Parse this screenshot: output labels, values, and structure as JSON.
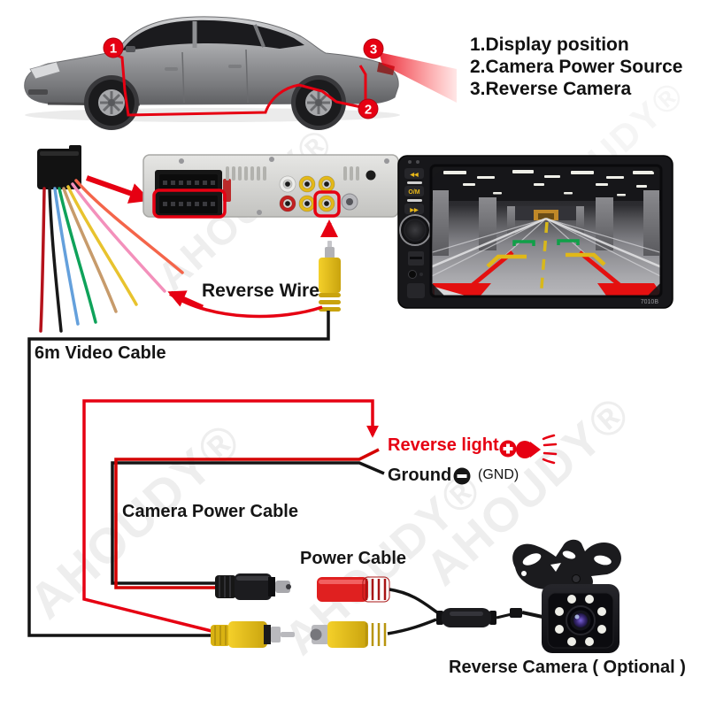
{
  "watermark": "AHOUDY®",
  "legend": {
    "line1": "1.Display position",
    "line2": "2.Camera Power Source",
    "line3": "3.Reverse Camera"
  },
  "car": {
    "marker1": "1",
    "marker2": "2",
    "marker3": "3"
  },
  "head_unit": {
    "model": "7010B",
    "btn_prev": "◀◀",
    "btn_mode": "O/M",
    "btn_next": "▶▶"
  },
  "labels": {
    "reverse_wire": "Reverse Wire",
    "video_cable": "6m Video Cable",
    "reverse_light": "Reverse light",
    "ground": "Ground",
    "gnd": "(GND)",
    "camera_power_cable": "Camera Power Cable",
    "power_cable": "Power Cable",
    "reverse_camera_optional": "Reverse Camera ( Optional )"
  },
  "colors": {
    "accent_red": "#e60012",
    "wire_black": "#141414",
    "rca_yellow": "#eec81c",
    "power_plug_red": "#e02020",
    "guide_red": "#e41010",
    "guide_yellow": "#e0b818",
    "guide_green": "#10a048"
  },
  "harness_wires": [
    {
      "name": "red",
      "color": "#b5121b"
    },
    {
      "name": "black",
      "color": "#181818"
    },
    {
      "name": "blue",
      "color": "#64a0dc"
    },
    {
      "name": "green",
      "color": "#0fa25a"
    },
    {
      "name": "tan",
      "color": "#c79b6b"
    },
    {
      "name": "yellow",
      "color": "#e8c32e"
    },
    {
      "name": "pink",
      "color": "#f390bb"
    },
    {
      "name": "orange",
      "color": "#f4654a"
    }
  ]
}
